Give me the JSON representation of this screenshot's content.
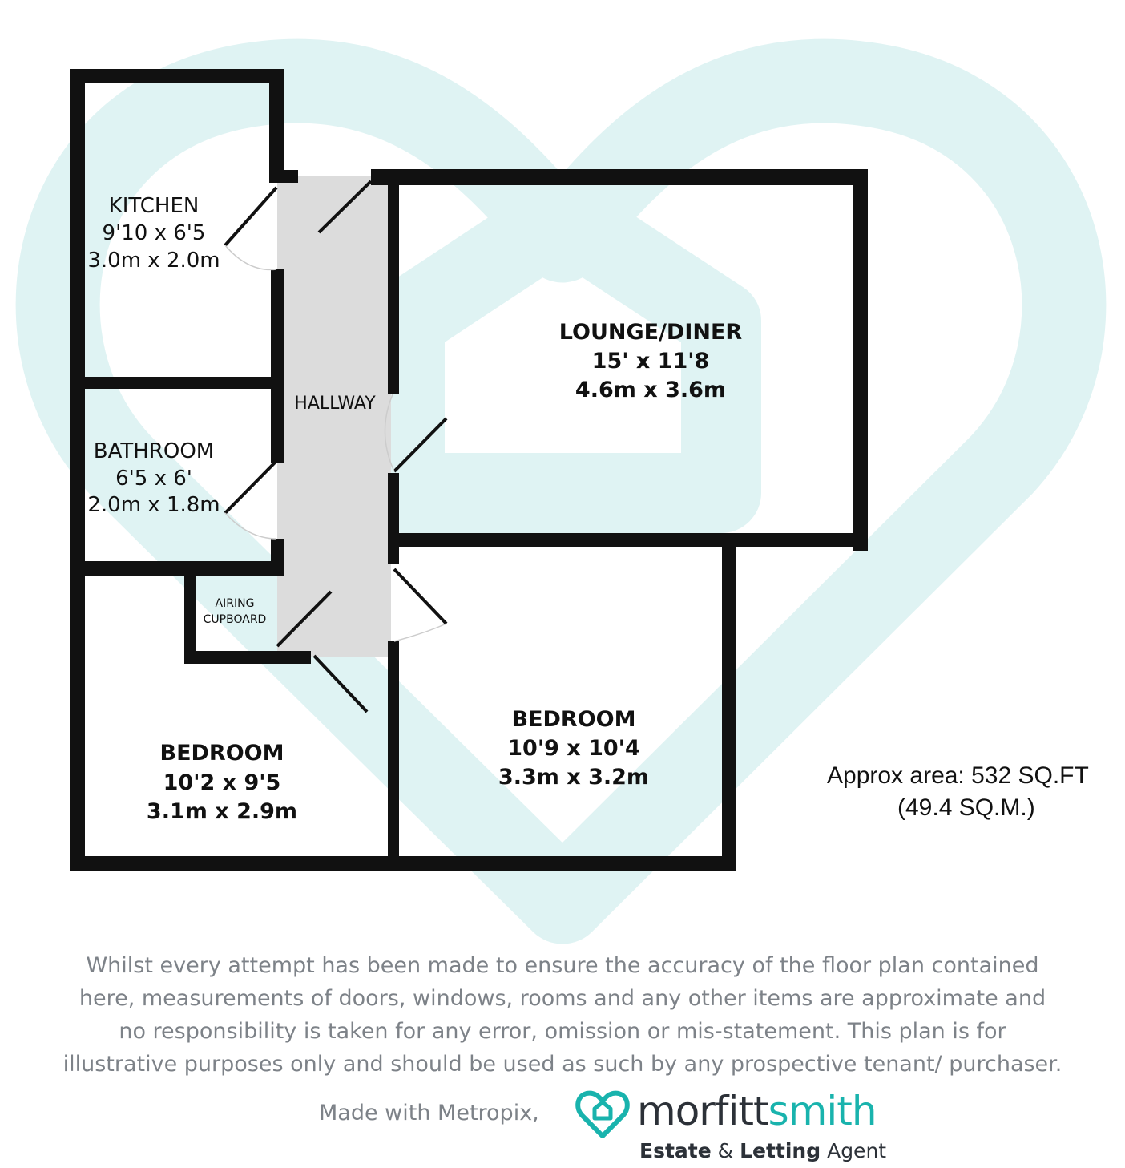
{
  "colors": {
    "wall": "#111111",
    "hallway_fill": "#dcdcdc",
    "watermark": "#dff3f3",
    "disclaimer_text": "#7d8288",
    "brand_dark": "#2c3138",
    "brand_teal": "#19b3ad"
  },
  "rooms": {
    "kitchen": {
      "name": "KITCHEN",
      "imperial": "9'10 x 6'5",
      "metric": "3.0m x 2.0m"
    },
    "bathroom": {
      "name": "BATHROOM",
      "imperial": "6'5 x 6'",
      "metric": "2.0m x 1.8m"
    },
    "hallway": {
      "name": "HALLWAY"
    },
    "airing_cupboard": {
      "line1": "AIRING",
      "line2": "CUPBOARD"
    },
    "lounge": {
      "name": "LOUNGE/DINER",
      "imperial": "15' x 11'8",
      "metric": "4.6m x 3.6m"
    },
    "bedroom_right": {
      "name": "BEDROOM",
      "imperial": "10'9 x 10'4",
      "metric": "3.3m x 3.2m"
    },
    "bedroom_left": {
      "name": "BEDROOM",
      "imperial": "10'2 x 9'5",
      "metric": "3.1m x 2.9m"
    }
  },
  "area": {
    "line1": "Approx area: 532 SQ.FT",
    "line2": "(49.4 SQ.M.)"
  },
  "disclaimer": {
    "line1": "Whilst every attempt has been made to ensure  the accuracy of the floor plan contained",
    "line2": "here, measurements of doors, windows, rooms and any other items are approximate and",
    "line3": "no responsibility is taken for any error, omission or mis-statement. This plan is for",
    "line4": "illustrative purposes only and should be used as such by any prospective tenant/ purchaser."
  },
  "credit": "Made with Metropix,",
  "brand": {
    "name_part1": "morfitt",
    "name_part2": "smith",
    "tagline_bold1": "Estate",
    "tagline_amp": " & ",
    "tagline_bold2": "Letting",
    "tagline_rest": " Agent"
  }
}
